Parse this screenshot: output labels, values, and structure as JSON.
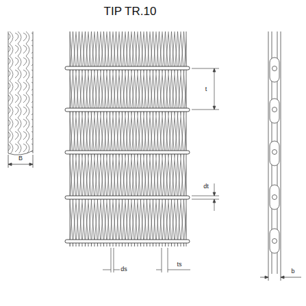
{
  "diagram": {
    "title": "TIP TR.10",
    "labels": [
      "B",
      "t",
      "dt",
      "ds",
      "ts",
      "b"
    ]
  }
}
